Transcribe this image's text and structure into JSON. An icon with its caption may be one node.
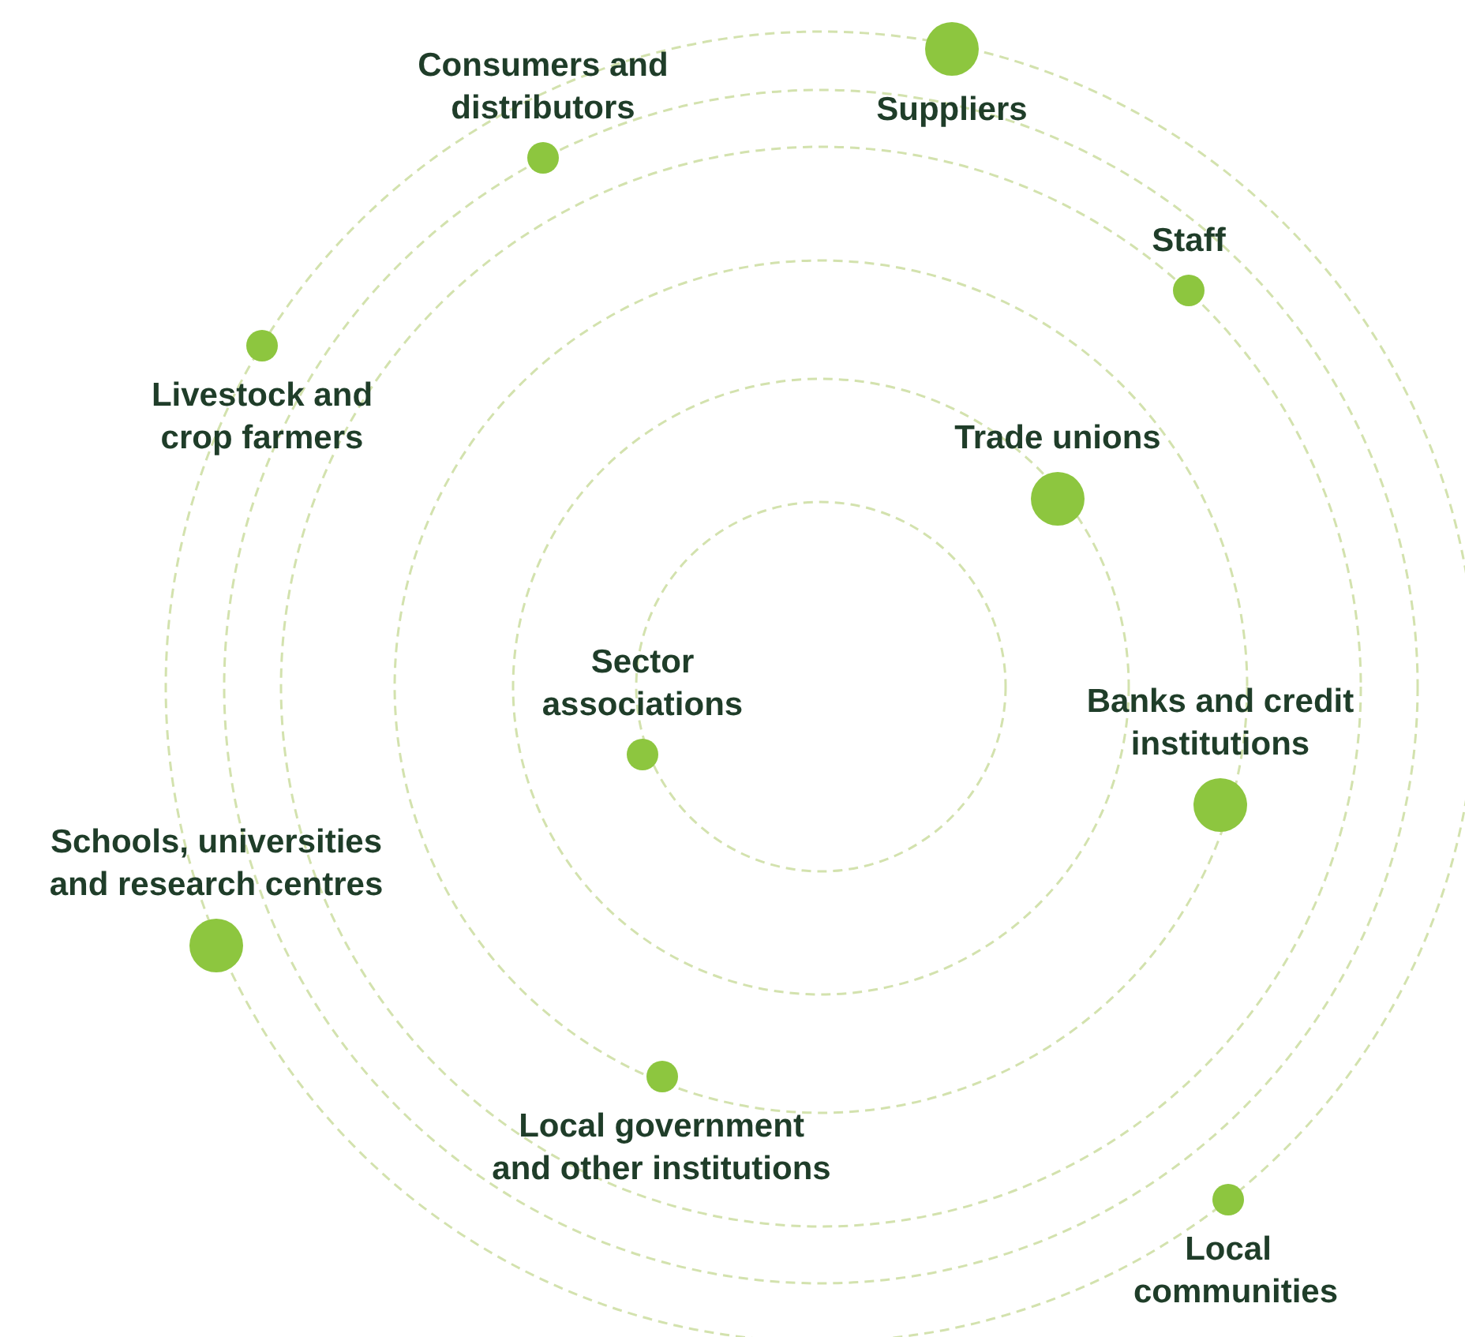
{
  "diagram": {
    "nodes": [
      {
        "text": [
          "Consumers and distributors"
        ]
      },
      {
        "text": [
          "Suppliers"
        ]
      },
      {
        "text": [
          "Staff"
        ]
      },
      {
        "text": [
          "Livestock and crop farmers"
        ]
      },
      {
        "text": [
          "Trade unions"
        ]
      },
      {
        "text": [
          "Sector associations"
        ]
      },
      {
        "text": [
          "Banks and credit institutions"
        ]
      },
      {
        "text": [
          "Schools, universities and research centres"
        ]
      },
      {
        "text": [
          "Local government and other institutions"
        ]
      },
      {
        "text": [
          "Local communities"
        ]
      }
    ]
  }
}
